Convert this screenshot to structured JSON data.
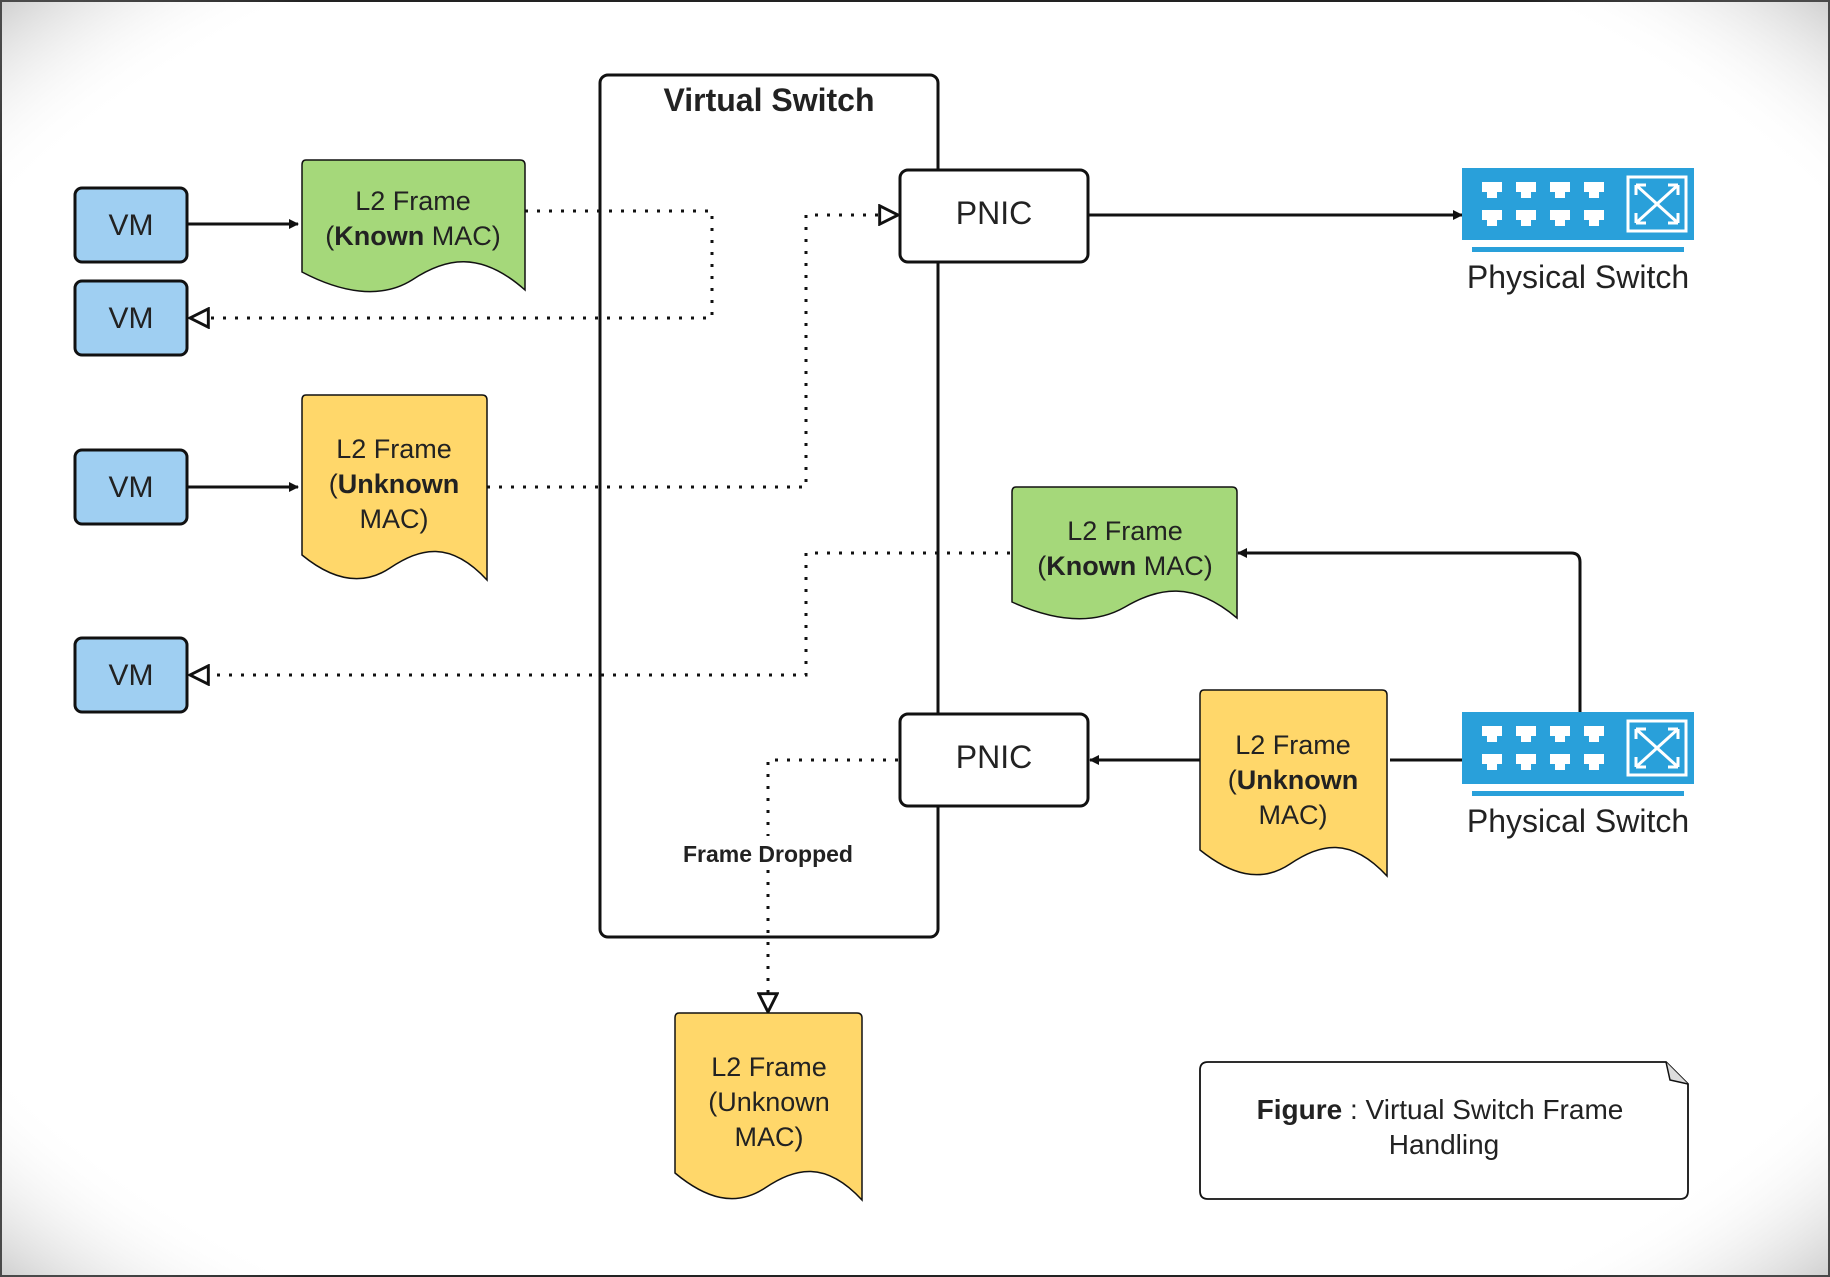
{
  "virtual_switch": {
    "title": "Virtual Switch"
  },
  "vms": [
    {
      "label": "VM"
    },
    {
      "label": "VM"
    },
    {
      "label": "VM"
    },
    {
      "label": "VM"
    }
  ],
  "frames": {
    "top_known": {
      "line1": "L2  Frame",
      "bold": "Known",
      "rest": " MAC)"
    },
    "top_unknown": {
      "line1": "L2  Frame",
      "bold": "Unknown",
      "line3": "MAC)"
    },
    "right_known": {
      "line1": "L2  Frame",
      "bold": "Known",
      "rest": " MAC)"
    },
    "right_unknown": {
      "line1": "L2  Frame",
      "bold": "Unknown",
      "line3": "MAC)"
    },
    "dropped": {
      "line1": "L2  Frame",
      "line2": "(Unknown",
      "line3": "MAC)"
    }
  },
  "pnics": [
    {
      "label": "PNIC"
    },
    {
      "label": "PNIC"
    }
  ],
  "physical_switches": [
    {
      "label": "Physical Switch"
    },
    {
      "label": "Physical Switch"
    }
  ],
  "frame_dropped_label": "Frame Dropped",
  "caption": {
    "bold": "Figure",
    "text": " : Virtual Switch Frame",
    "line2": "Handling"
  },
  "colors": {
    "vm_fill": "#9fcff2",
    "known_fill": "#a5d87a",
    "unknown_fill": "#ffd76a",
    "switch_blue": "#29a0da",
    "stroke": "#111111"
  },
  "icons": {
    "physical_switch": "network-switch-icon"
  }
}
